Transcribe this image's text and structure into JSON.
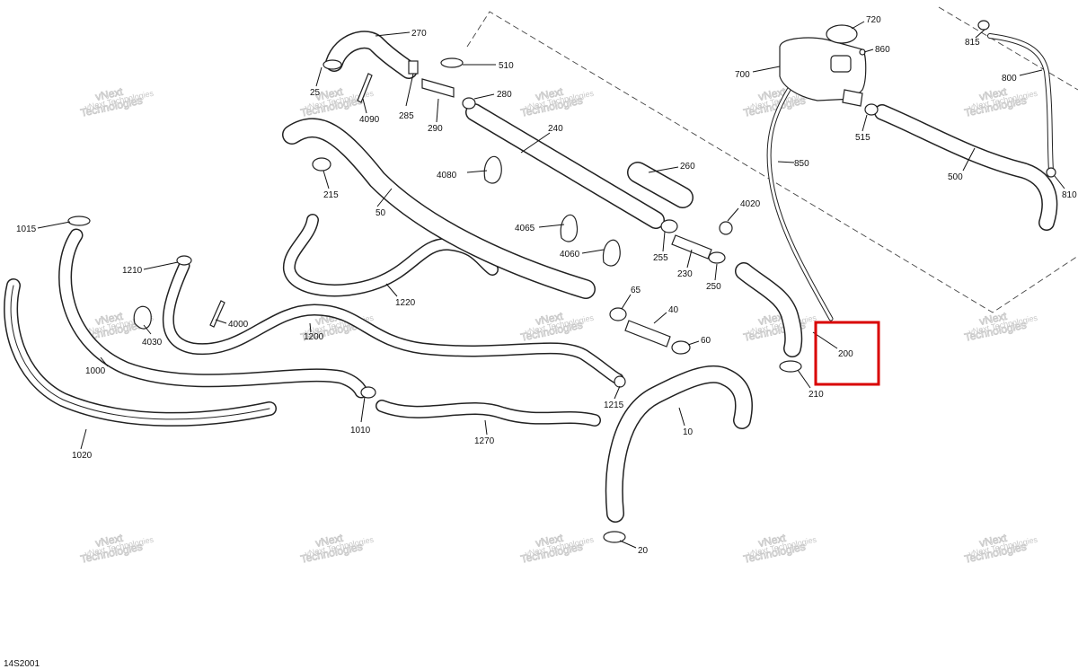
{
  "diagram": {
    "drawing_code": "14S2001",
    "watermark": {
      "line1": "vNext",
      "line2": "Technologies",
      "line3": "vNext Technologies"
    },
    "callouts": [
      {
        "id": "270",
        "text": "270"
      },
      {
        "id": "25",
        "text": "25"
      },
      {
        "id": "4090",
        "text": "4090"
      },
      {
        "id": "285",
        "text": "285"
      },
      {
        "id": "290",
        "text": "290"
      },
      {
        "id": "510",
        "text": "510"
      },
      {
        "id": "280",
        "text": "280"
      },
      {
        "id": "240",
        "text": "240"
      },
      {
        "id": "4080",
        "text": "4080"
      },
      {
        "id": "260",
        "text": "260"
      },
      {
        "id": "215",
        "text": "215"
      },
      {
        "id": "50",
        "text": "50"
      },
      {
        "id": "4020",
        "text": "4020"
      },
      {
        "id": "4065",
        "text": "4065"
      },
      {
        "id": "4060",
        "text": "4060"
      },
      {
        "id": "255",
        "text": "255"
      },
      {
        "id": "230",
        "text": "230"
      },
      {
        "id": "250",
        "text": "250"
      },
      {
        "id": "720",
        "text": "720"
      },
      {
        "id": "860",
        "text": "860"
      },
      {
        "id": "700",
        "text": "700"
      },
      {
        "id": "815",
        "text": "815"
      },
      {
        "id": "800",
        "text": "800"
      },
      {
        "id": "515",
        "text": "515"
      },
      {
        "id": "850",
        "text": "850"
      },
      {
        "id": "500",
        "text": "500"
      },
      {
        "id": "810",
        "text": "810"
      },
      {
        "id": "1015",
        "text": "1015"
      },
      {
        "id": "1210",
        "text": "1210"
      },
      {
        "id": "4030",
        "text": "4030"
      },
      {
        "id": "4000",
        "text": "4000"
      },
      {
        "id": "1220",
        "text": "1220"
      },
      {
        "id": "1200",
        "text": "1200"
      },
      {
        "id": "1000",
        "text": "1000"
      },
      {
        "id": "1020",
        "text": "1020"
      },
      {
        "id": "1010",
        "text": "1010"
      },
      {
        "id": "1270",
        "text": "1270"
      },
      {
        "id": "1215",
        "text": "1215"
      },
      {
        "id": "65",
        "text": "65"
      },
      {
        "id": "40",
        "text": "40"
      },
      {
        "id": "60",
        "text": "60"
      },
      {
        "id": "10",
        "text": "10"
      },
      {
        "id": "20",
        "text": "20"
      },
      {
        "id": "200",
        "text": "200"
      },
      {
        "id": "210",
        "text": "210"
      }
    ],
    "highlight_color": "#d90000",
    "highlighted_part": "200"
  }
}
